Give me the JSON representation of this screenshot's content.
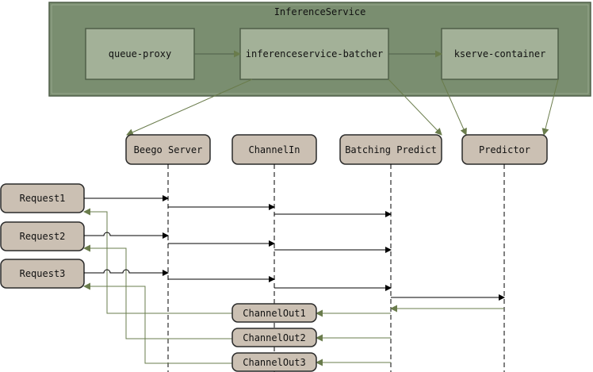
{
  "container": {
    "title": "InferenceService",
    "fill": "#7a8e70",
    "border": "#4f5f49"
  },
  "components": {
    "queue_proxy": "queue-proxy",
    "batcher": "inferenceservice-batcher",
    "kserve_container": "kserve-container",
    "fill": "#a3b198",
    "border": "#4f5f49"
  },
  "lifelines": {
    "beego": "Beego Server",
    "channel_in": "ChannelIn",
    "batching_predict": "Batching Predict",
    "predictor": "Predictor",
    "fill": "#cbc0b3",
    "border": "#2a2a2a"
  },
  "requests": {
    "r1": "Request1",
    "r2": "Request2",
    "r3": "Request3",
    "fill": "#cbc0b3"
  },
  "channel_outs": {
    "c1": "ChannelOut1",
    "c2": "ChannelOut2",
    "c3": "ChannelOut3",
    "fill": "#cbc0b3"
  },
  "colors": {
    "call_arrow": "#000000",
    "return_arrow": "#6a7c4c",
    "link_arrow": "#6a7c4c"
  }
}
